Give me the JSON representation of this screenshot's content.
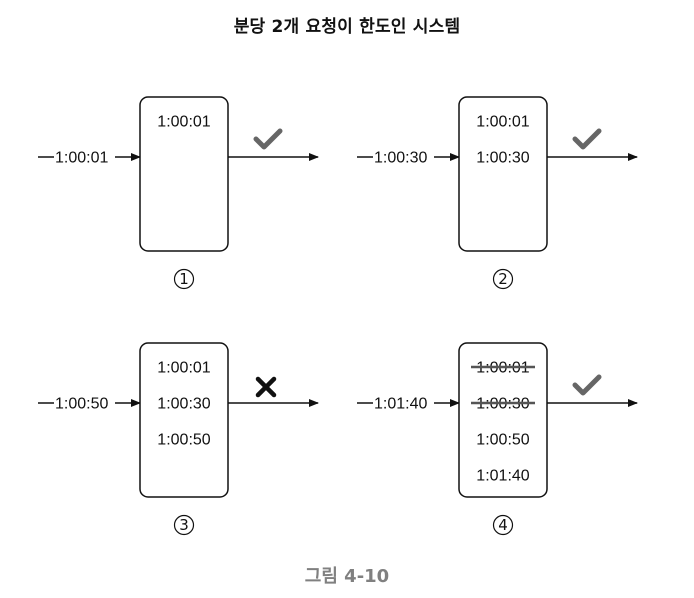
{
  "title": "분당 2개 요청이 한도인 시스템",
  "caption": "그림 4-10",
  "colors": {
    "line": "#111111",
    "check": "#666666",
    "reject": "#111111",
    "caption": "#808080",
    "strike": "#555555"
  },
  "panels": [
    {
      "step": "1",
      "request_label": "1:00:01",
      "log": [
        {
          "time": "1:00:01",
          "removed": false
        }
      ],
      "result_icon": "check-icon",
      "accepted": true
    },
    {
      "step": "2",
      "request_label": "1:00:30",
      "log": [
        {
          "time": "1:00:01",
          "removed": false
        },
        {
          "time": "1:00:30",
          "removed": false
        }
      ],
      "result_icon": "check-icon",
      "accepted": true
    },
    {
      "step": "3",
      "request_label": "1:00:50",
      "log": [
        {
          "time": "1:00:01",
          "removed": false
        },
        {
          "time": "1:00:30",
          "removed": false
        },
        {
          "time": "1:00:50",
          "removed": false
        }
      ],
      "result_icon": "cross-icon",
      "accepted": false
    },
    {
      "step": "4",
      "request_label": "1:01:40",
      "log": [
        {
          "time": "1:00:01",
          "removed": true
        },
        {
          "time": "1:00:30",
          "removed": true
        },
        {
          "time": "1:00:50",
          "removed": false
        },
        {
          "time": "1:01:40",
          "removed": false
        }
      ],
      "result_icon": "check-icon",
      "accepted": true
    }
  ]
}
